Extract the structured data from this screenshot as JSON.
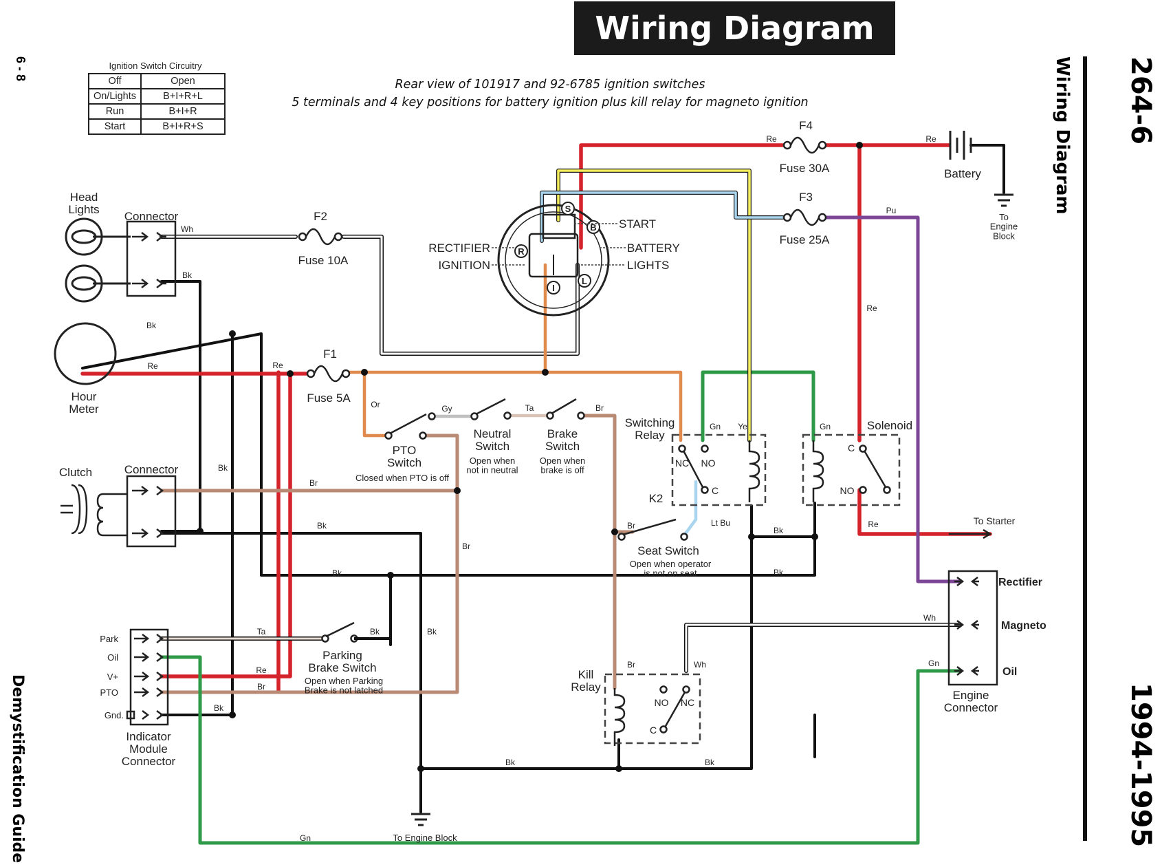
{
  "banner_title": "Wiring Diagram",
  "page_number": "6 - 8",
  "side_title": "Wiring Diagram",
  "model": "264-6",
  "years": "1994-1995",
  "guide": "Demystification Guide",
  "note_line1": "Rear view of 101917 and 92-6785 ignition switches",
  "note_line2": "5 terminals and 4 key positions for battery ignition plus kill relay for magneto ignition",
  "ignition_table": {
    "title": "Ignition Switch Circuitry",
    "rows": [
      {
        "pos": "Off",
        "circuit": "Open"
      },
      {
        "pos": "On/Lights",
        "circuit": "B+I+R+L"
      },
      {
        "pos": "Run",
        "circuit": "B+I+R"
      },
      {
        "pos": "Start",
        "circuit": "B+I+R+S"
      }
    ]
  },
  "switch": {
    "terminals": {
      "s": "S",
      "b": "B",
      "r": "R",
      "i": "I",
      "l": "L"
    },
    "labels": {
      "start": "START",
      "battery": "BATTERY",
      "rectifier": "RECTIFIER",
      "ignition": "IGNITION",
      "lights": "LIGHTS"
    }
  },
  "components": {
    "head_lights": "Head\nLights",
    "connector": "Connector",
    "hour_meter": "Hour\nMeter",
    "clutch": "Clutch",
    "clutch_connector": "Connector",
    "f2": "F2",
    "fuse_10a": "Fuse 10A",
    "f1": "F1",
    "fuse_5a": "Fuse 5A",
    "f4": "F4",
    "fuse_30a": "Fuse 30A",
    "f3": "F3",
    "fuse_25a": "Fuse 25A",
    "battery": "Battery",
    "to_engine_block_batt": "To\nEngine\nBlock",
    "pto_switch": "PTO\nSwitch",
    "pto_note": "Closed when PTO is off",
    "neutral_switch": "Neutral\nSwitch",
    "neutral_note": "Open when\nnot in neutral",
    "brake_switch": "Brake\nSwitch",
    "brake_note": "Open when\nbrake is off",
    "switching_relay": "Switching\nRelay",
    "k2": "K2",
    "nc": "NC",
    "no": "NO",
    "c": "C",
    "solenoid": "Solenoid",
    "to_starter": "To Starter",
    "seat_switch": "Seat Switch",
    "seat_note": "Open when operator\nis not on seat",
    "parking_brake_switch": "Parking\nBrake Switch",
    "parking_note": "Open when Parking\nBrake is not latched",
    "kill_relay": "Kill\nRelay",
    "indicator_module": "Indicator\nModule\nConnector",
    "engine_connector": "Engine\nConnector",
    "to_engine_block_bottom": "To Engine Block",
    "rectifier": "Rectifier",
    "magneto": "Magneto",
    "oil": "Oil",
    "park": "Park",
    "oil_pin": "Oil",
    "vplus": "V+",
    "pto_pin": "PTO",
    "gnd": "Gnd."
  },
  "wire_labels": {
    "wh": "Wh",
    "bk": "Bk",
    "re": "Re",
    "or": "Or",
    "gy": "Gy",
    "ta": "Ta",
    "br": "Br",
    "gn": "Gn",
    "ye": "Ye",
    "pu": "Pu",
    "ltbu": "Lt Bu"
  },
  "colors": {
    "red": "#d4232b",
    "black": "#111111",
    "orange": "#e08a4e",
    "brown": "#b98a74",
    "green": "#2e9a48",
    "yellow": "#f4ee5c",
    "light_blue": "#a9d5ee",
    "purple": "#7d4596",
    "tan": "#d9c3b5",
    "gray": "#bfbfbf",
    "white": "#ffffff"
  }
}
